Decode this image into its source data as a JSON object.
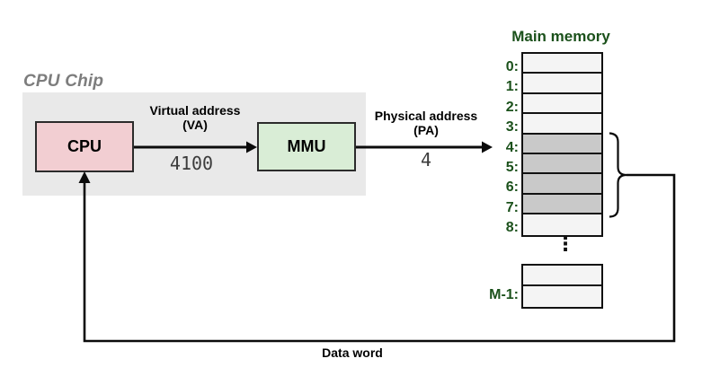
{
  "chip": {
    "label": "CPU Chip",
    "cpu_label": "CPU",
    "mmu_label": "MMU"
  },
  "buses": {
    "virtual_address": {
      "line1": "Virtual address",
      "line2": "(VA)",
      "value": "4100"
    },
    "physical_address": {
      "line1": "Physical address",
      "line2": "(PA)",
      "value": "4"
    },
    "data_word_label": "Data word"
  },
  "memory": {
    "title": "Main memory",
    "rows": [
      {
        "label": "0:",
        "shaded": false
      },
      {
        "label": "1:",
        "shaded": false
      },
      {
        "label": "2:",
        "shaded": false
      },
      {
        "label": "3:",
        "shaded": false
      },
      {
        "label": "4:",
        "shaded": true
      },
      {
        "label": "5:",
        "shaded": true
      },
      {
        "label": "6:",
        "shaded": true
      },
      {
        "label": "7:",
        "shaded": true
      },
      {
        "label": "8:",
        "shaded": false
      }
    ],
    "tail_rows": [
      {
        "label": "",
        "shaded": false
      },
      {
        "label": "M-1:",
        "shaded": false
      }
    ]
  },
  "icons": {
    "vertical_ellipsis": "⋮"
  },
  "colors": {
    "chip-bg": "#e9e9e9",
    "chip-label": "#7d7d7d",
    "cpu-fill": "#f2ced2",
    "mmu-fill": "#d9edd6",
    "box-border": "#2b2b2b",
    "row-light": "#f4f4f4",
    "row-shaded": "#c9c9c9",
    "mem-border": "#111111",
    "green": "#1b511b",
    "mono": "#3c3c3c",
    "line": "#0b0b0b"
  }
}
